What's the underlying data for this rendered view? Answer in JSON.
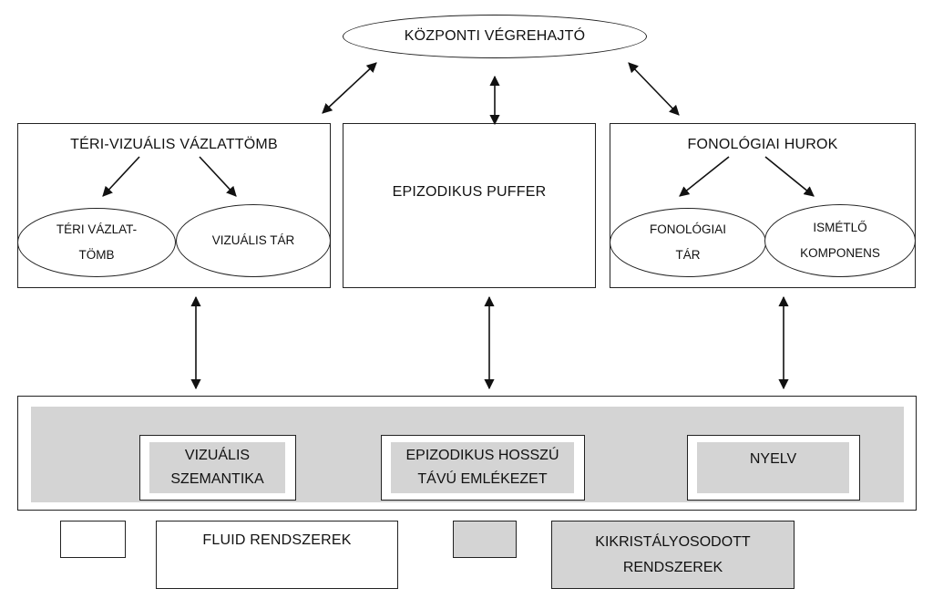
{
  "executive": {
    "label": "KÖZPONTI VÉGREHAJTÓ"
  },
  "visuospatial": {
    "title": "TÉRI-VIZUÁLIS VÁZLATTÖMB",
    "left_line1": "TÉRI VÁZLAT-",
    "left_line2": "TÖMB",
    "right": "VIZUÁLIS TÁR"
  },
  "episodic_buffer": {
    "label": "EPIZODIKUS PUFFER"
  },
  "phonological": {
    "title": "FONOLÓGIAI HUROK",
    "left_line1": "FONOLÓGIAI",
    "left_line2": "TÁR",
    "right_line1": "ISMÉTLŐ",
    "right_line2": "KOMPONENS"
  },
  "ltm": {
    "visual_semantics_line1": "VIZUÁLIS",
    "visual_semantics_line2": "SZEMANTIKA",
    "episodic_ltm_line1": "EPIZODIKUS HOSSZÚ",
    "episodic_ltm_line2": "TÁVÚ EMLÉKEZET",
    "language": "NYELV"
  },
  "legend": {
    "fluid": "FLUID RENDSZEREK",
    "crystallized_line1": "KIKRISTÁLYOSODOTT",
    "crystallized_line2": "RENDSZEREK"
  },
  "colors": {
    "stroke": "#222222",
    "gray_fill": "#d4d4d4",
    "white_fill": "#ffffff"
  }
}
